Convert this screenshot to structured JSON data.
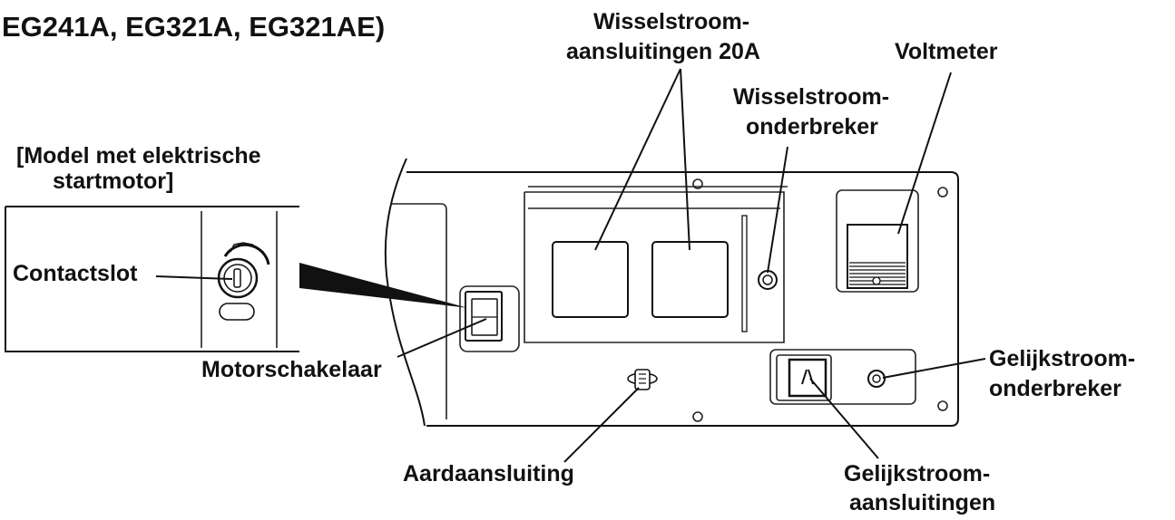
{
  "title": "EG241A, EG321A, EG321AE)",
  "inset": {
    "heading_line1": "[Model met elektrische",
    "heading_line2": "startmotor]",
    "key_switch_label": "Contactslot"
  },
  "labels": {
    "ac_outlets_line1": "Wisselstroom-",
    "ac_outlets_line2": "aansluitingen 20A",
    "voltmeter": "Voltmeter",
    "ac_breaker_line1": "Wisselstroom-",
    "ac_breaker_line2": "onderbreker",
    "engine_switch": "Motorschakelaar",
    "dc_breaker_line1": "Gelijkstroom-",
    "dc_breaker_line2": "onderbreker",
    "ground_terminal": "Aardaansluiting",
    "dc_outlets_line1": "Gelijkstroom-",
    "dc_outlets_line2": "aansluitingen"
  },
  "icons": {
    "key_switch": "key-switch-icon",
    "ac_outlet": "ac-outlet-icon",
    "ac_breaker": "ac-breaker-icon",
    "voltmeter": "voltmeter-icon",
    "engine_switch": "rocker-switch-icon",
    "dc_outlet": "dc-outlet-icon",
    "dc_breaker": "dc-breaker-icon",
    "ground": "ground-terminal-icon"
  },
  "colors": {
    "ink": "#111111",
    "background": "#ffffff"
  }
}
